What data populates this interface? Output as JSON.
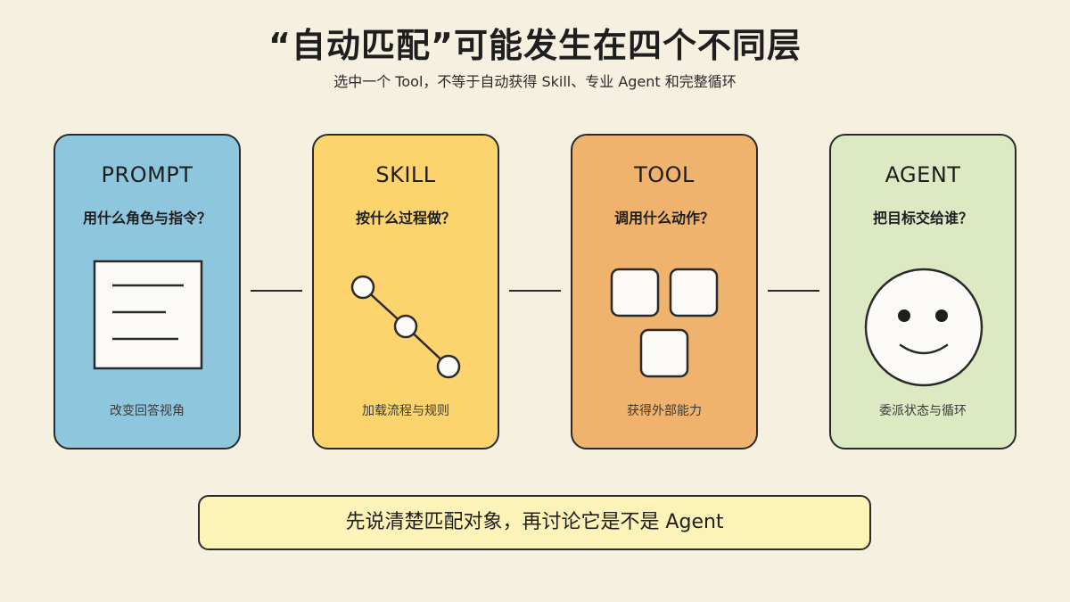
{
  "title": "“自动匹配”可能发生在四个不同层",
  "subtitle": "选中一个 Tool，不等于自动获得 Skill、专业 Agent 和完整循环",
  "cards": [
    {
      "title": "PROMPT",
      "question": "用什么角色与指令？",
      "caption": "改变回答视角",
      "icon": "document-icon",
      "color": "#8ec7dd"
    },
    {
      "title": "SKILL",
      "question": "按什么过程做？",
      "caption": "加载流程与规则",
      "icon": "process-flow-icon",
      "color": "#fcd46d"
    },
    {
      "title": "TOOL",
      "question": "调用什么动作？",
      "caption": "获得外部能力",
      "icon": "tool-blocks-icon",
      "color": "#f0b36d"
    },
    {
      "title": "AGENT",
      "question": "把目标交给谁？",
      "caption": "委派状态与循环",
      "icon": "smiley-face-icon",
      "color": "#dde9c3"
    }
  ],
  "banner": "先说清楚匹配对象，再讨论它是不是 Agent"
}
